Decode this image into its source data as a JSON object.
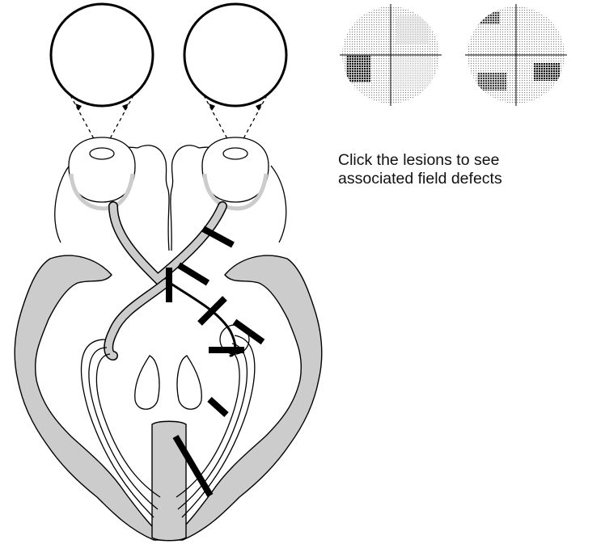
{
  "instructions": {
    "line1": "Click the lesions to see",
    "line2": "associated field defects"
  },
  "colors": {
    "tissue_gray": "#cccccc",
    "outline": "#000000",
    "background": "#ffffff",
    "lesion_bar": "#000000",
    "field_dots": "#888888",
    "field_scotoma": "#111111"
  },
  "lesions": [
    {
      "id": "right-optic-nerve"
    },
    {
      "id": "optic-chiasm"
    },
    {
      "id": "right-optic-tract-proximal"
    },
    {
      "id": "right-optic-tract-distal"
    },
    {
      "id": "right-meyer-loop"
    },
    {
      "id": "right-lateral-geniculate"
    },
    {
      "id": "right-optic-radiation"
    },
    {
      "id": "right-visual-cortex"
    }
  ],
  "visual_fields": [
    {
      "eye": "left",
      "defect": "upper-nasal-and-lower-temporal-scotomas"
    },
    {
      "eye": "right",
      "defect": "upper-left-and-right-lower-scotomas"
    }
  ]
}
